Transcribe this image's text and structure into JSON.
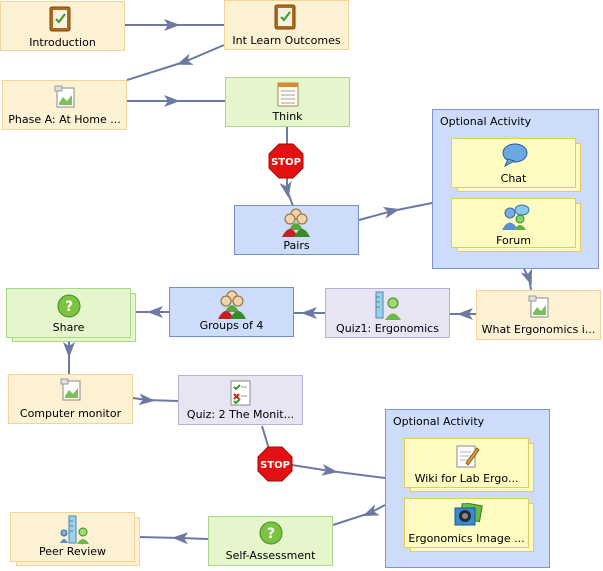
{
  "colors": {
    "arrow": "#6c7aa2",
    "cream": "#fdf1d4",
    "green": "#e5f5cc",
    "blue": "#cddcfb",
    "lavender": "#e7e5f3",
    "yellow": "#fffcc2",
    "stop": "#e31212"
  },
  "nodes": {
    "introduction": "Introduction",
    "learn_outcomes": "Int Learn Outcomes",
    "phase_a": "Phase A: At Home ...",
    "think": "Think",
    "pairs": "Pairs",
    "what_ergonomics": "What Ergonomics i...",
    "quiz1": "Quiz1: Ergonomics",
    "groups_of_4": "Groups of 4",
    "share": "Share",
    "computer_monitor": "Computer monitor",
    "quiz2": "Quiz: 2 The Monit...",
    "self_assessment": "Self-Assessment",
    "peer_review": "Peer Review"
  },
  "optional_1": {
    "title": "Optional Activity",
    "chat": "Chat",
    "forum": "Forum"
  },
  "optional_2": {
    "title": "Optional Activity",
    "wiki": "Wiki for Lab Ergo...",
    "image": "Ergonomics Image ..."
  },
  "stop_label": "STOP",
  "icons": {
    "introduction": "notebook-icon",
    "learn_outcomes": "notebook-icon",
    "phase_a": "image-doc-icon",
    "think": "notepad-icon",
    "pairs": "people-group-icon",
    "chat": "speech-bubble-icon",
    "forum": "forum-people-icon",
    "what_ergonomics": "image-doc-icon",
    "quiz1": "assessment-person-icon",
    "groups_of_4": "people-group-icon",
    "share": "question-icon",
    "computer_monitor": "image-doc-icon",
    "quiz2": "checklist-icon",
    "self_assessment": "question-icon",
    "peer_review": "ruler-people-icon",
    "wiki": "edit-pencil-icon",
    "image": "image-gallery-icon"
  }
}
